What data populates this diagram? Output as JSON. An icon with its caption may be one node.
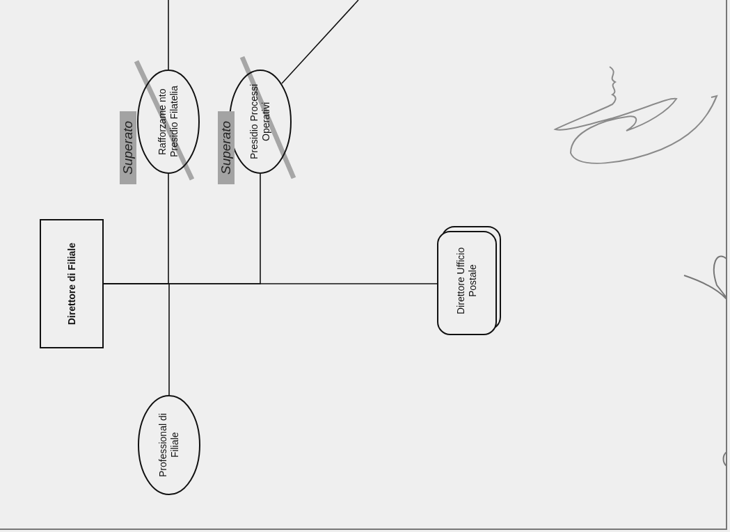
{
  "diagram": {
    "nodes": [
      {
        "text": [
          "Direttore di Filiale"
        ]
      },
      {
        "text": [
          "Rafforzame nto Presidio Filatelia"
        ],
        "beside": [
          "Superato"
        ]
      },
      {
        "text": [
          "Presidio Processi Operativi"
        ],
        "beside": [
          "Superato"
        ]
      },
      {
        "text": [
          "Direttore Ufficio Postale"
        ]
      },
      {
        "text": [
          "Professional di Filiale"
        ]
      }
    ],
    "edges": [
      {
        "from": null,
        "to": 1,
        "arrow": "none"
      },
      {
        "from": null,
        "to": 2,
        "arrow": "none"
      },
      {
        "from": 0,
        "to": 1,
        "arrow": "none"
      },
      {
        "from": 0,
        "to": 2,
        "arrow": "none"
      },
      {
        "from": 0,
        "to": 3,
        "arrow": "none"
      },
      {
        "from": 0,
        "to": 4,
        "arrow": "none"
      }
    ]
  }
}
